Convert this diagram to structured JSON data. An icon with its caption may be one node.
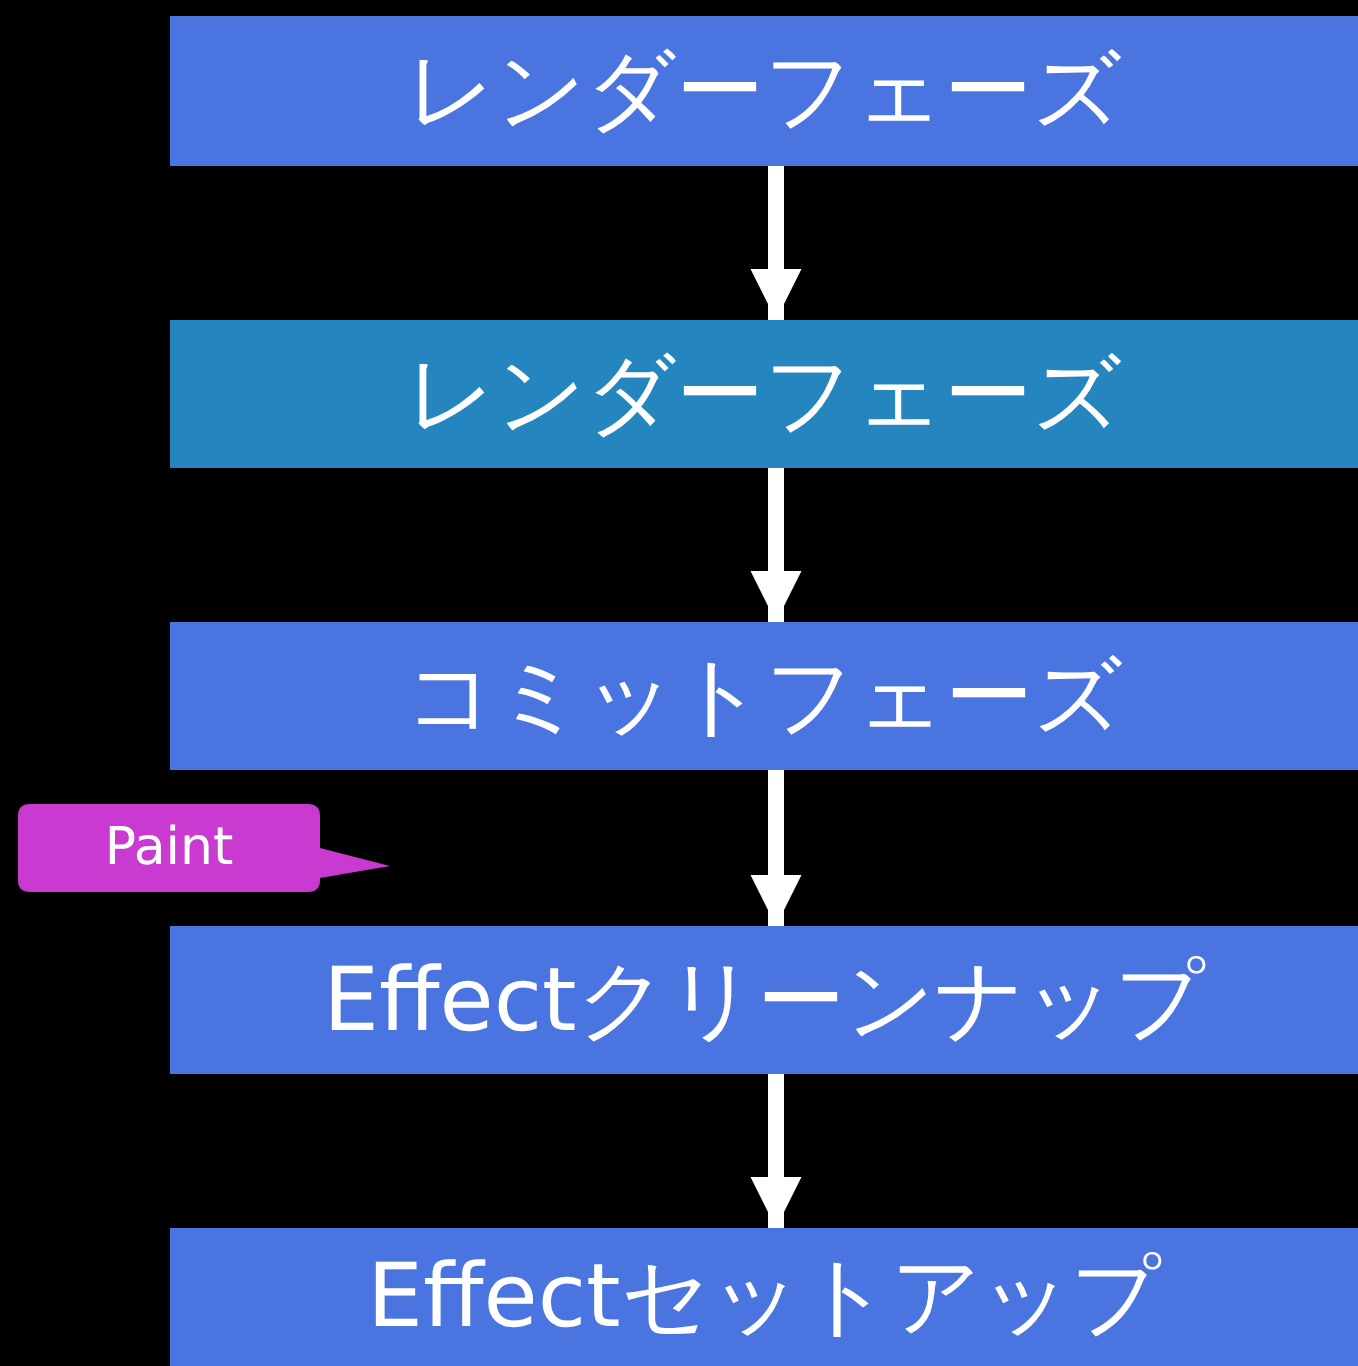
{
  "diagram": {
    "nodes": [
      {
        "text": [
          "レンダーフェーズ"
        ]
      },
      {
        "text": [
          "レンダーフェーズ"
        ]
      },
      {
        "text": [
          "コミットフェーズ"
        ]
      },
      {
        "text": [
          "Paint"
        ]
      },
      {
        "text": [
          "Effectクリーンナップ"
        ]
      },
      {
        "text": [
          "Effectセットアップ"
        ]
      }
    ],
    "edges": [
      {
        "from": 0,
        "to": 1,
        "arrow": "to"
      },
      {
        "from": 1,
        "to": 2,
        "arrow": "to"
      },
      {
        "from": 2,
        "to": 4,
        "arrow": "to"
      },
      {
        "from": 4,
        "to": 5,
        "arrow": "to"
      }
    ]
  }
}
